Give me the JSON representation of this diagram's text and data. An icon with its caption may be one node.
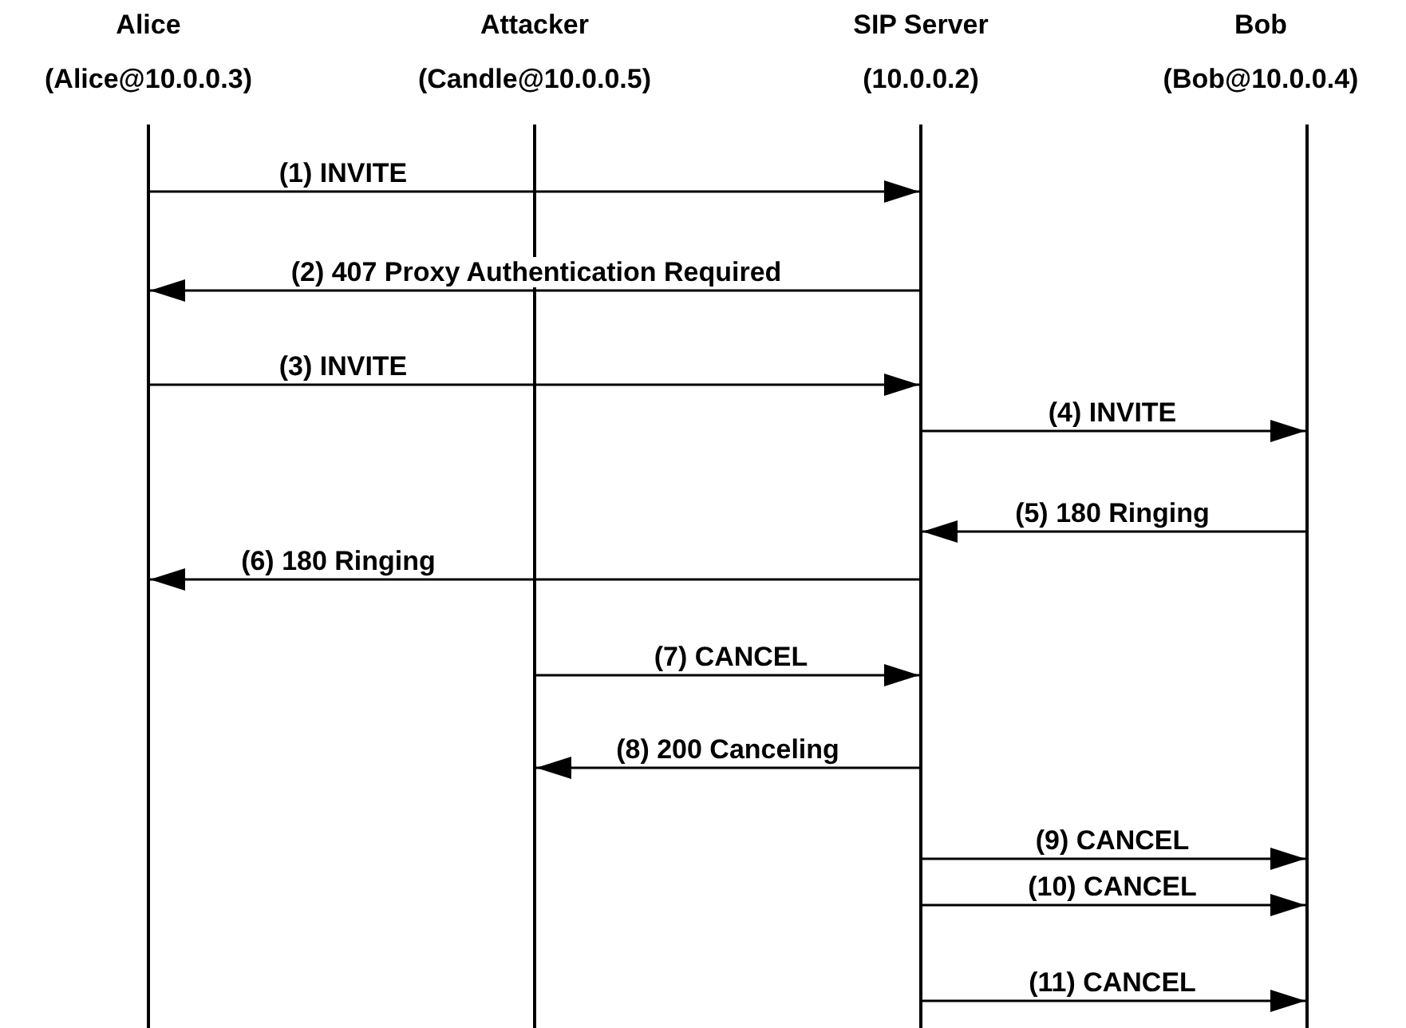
{
  "diagram": {
    "nodes": [
      {
        "text": [
          "Alice",
          "(Alice@10.0.0.3)"
        ]
      },
      {
        "text": [
          "Attacker",
          "(Candle@10.0.0.5)"
        ]
      },
      {
        "text": [
          "SIP Server",
          "(10.0.0.2)"
        ]
      },
      {
        "text": [
          "Bob",
          "(Bob@10.0.0.4)"
        ]
      },
      {
        "text": [],
        "shape": "line"
      },
      {
        "text": [],
        "shape": "line"
      },
      {
        "text": [],
        "shape": "line"
      },
      {
        "text": [],
        "shape": "line"
      }
    ],
    "edges": [
      {
        "from": 4,
        "to": 6,
        "arrow": "to",
        "label": "(1) INVITE"
      },
      {
        "from": 6,
        "to": 4,
        "arrow": "to",
        "label": "(2) 407 Proxy Authentication Required"
      },
      {
        "from": 4,
        "to": 6,
        "arrow": "to",
        "label": "(3) INVITE"
      },
      {
        "from": 6,
        "to": 7,
        "arrow": "to",
        "label": "(4) INVITE"
      },
      {
        "from": 7,
        "to": 6,
        "arrow": "to",
        "label": "(5) 180 Ringing"
      },
      {
        "from": 6,
        "to": 4,
        "arrow": "to",
        "label": "(6) 180 Ringing"
      },
      {
        "from": 5,
        "to": 6,
        "arrow": "to",
        "label": "(7) CANCEL"
      },
      {
        "from": 6,
        "to": 5,
        "arrow": "to",
        "label": "(8) 200 Canceling"
      },
      {
        "from": 6,
        "to": 7,
        "arrow": "to",
        "label": "(9) CANCEL"
      },
      {
        "from": 6,
        "to": 7,
        "arrow": "to",
        "label": "(10) CANCEL"
      },
      {
        "from": 6,
        "to": 7,
        "arrow": "to",
        "label": "(11) CANCEL"
      }
    ]
  }
}
